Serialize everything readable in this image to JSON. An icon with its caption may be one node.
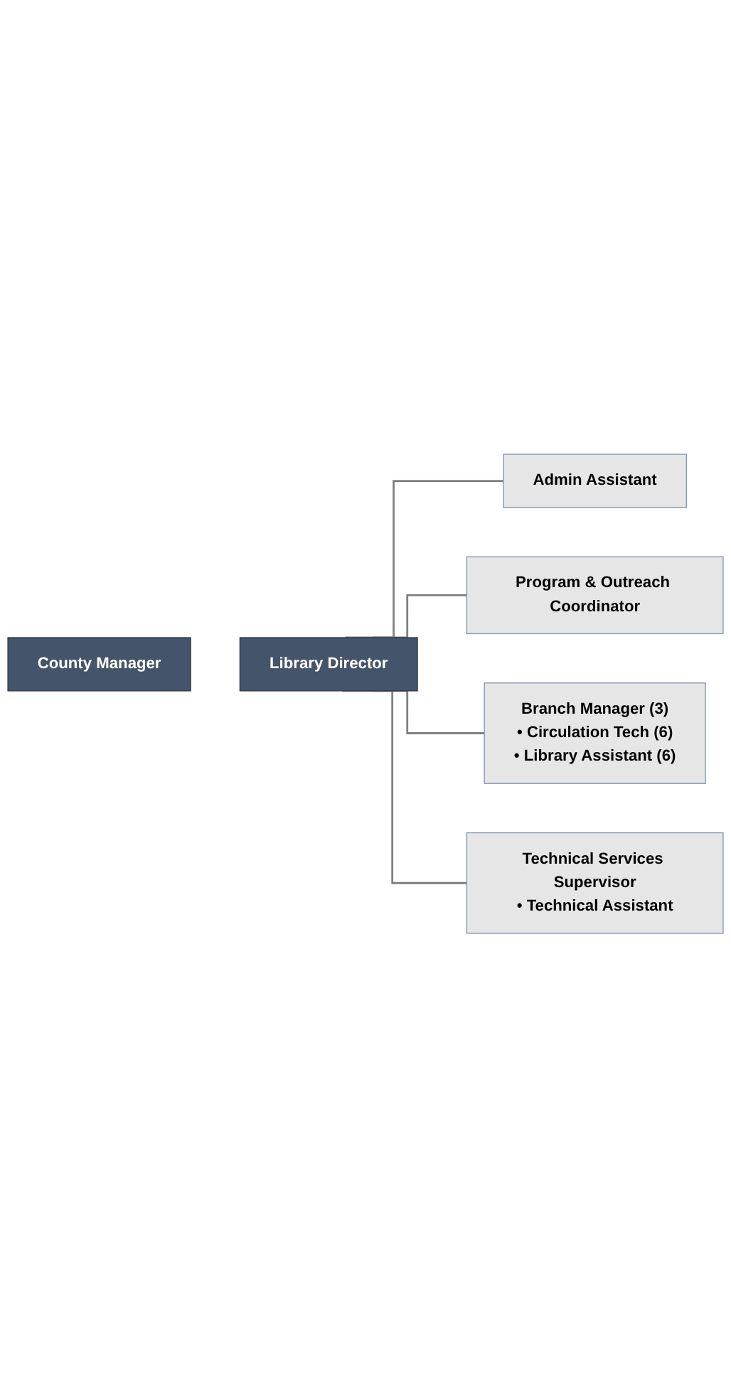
{
  "diagram": {
    "nodes": [
      {
        "text": [
          "County Manager"
        ]
      },
      {
        "text": [
          "Library Director"
        ]
      },
      {
        "text": [
          "Admin Assistant"
        ]
      },
      {
        "text": [
          "Program & Outreach Coordinator"
        ]
      },
      {
        "text": [
          "Branch Manager (3)",
          "• Circulation Tech (6)",
          "• Library Assistant (6)"
        ]
      },
      {
        "text": [
          "Technical Services Supervisor",
          "• Technical Assistant"
        ]
      }
    ],
    "edges": [
      {
        "from": 1,
        "to": 2,
        "arrow": "none"
      },
      {
        "from": 1,
        "to": 3,
        "arrow": "none"
      },
      {
        "from": 1,
        "to": 4,
        "arrow": "none"
      },
      {
        "from": 1,
        "to": 5,
        "arrow": "none"
      }
    ]
  }
}
